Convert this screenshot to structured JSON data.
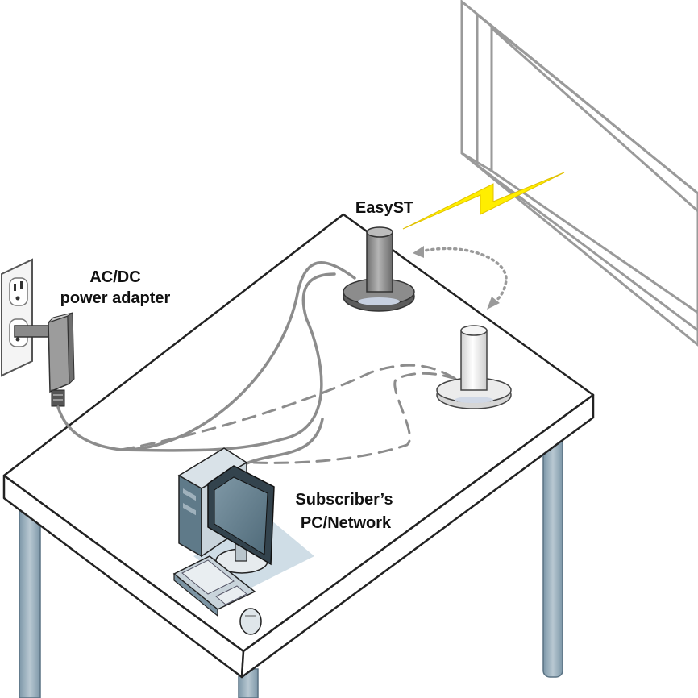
{
  "labels": {
    "device": "EasyST",
    "adapter_line1": "AC/DC",
    "adapter_line2": "power adapter",
    "pc_line1": "Subscriber’s",
    "pc_line2": "PC/Network"
  },
  "colors": {
    "window_frame": "#9a9a9a",
    "table_edge": "#222222",
    "leg": "#8aa3b3",
    "device_active": "#8c8c8c",
    "device_alt": "#e4e4e4",
    "signal_bolt": "#ffee00",
    "cable": "#8c8c8c",
    "monitor_screen": "#5f7a89",
    "pc_shadow": "#cfdde6"
  },
  "icons": {
    "signal": "lightning-bolt-icon",
    "relocate": "curved-arrow-icon",
    "outlet": "wall-outlet-icon",
    "computer": "desktop-computer-icon"
  }
}
